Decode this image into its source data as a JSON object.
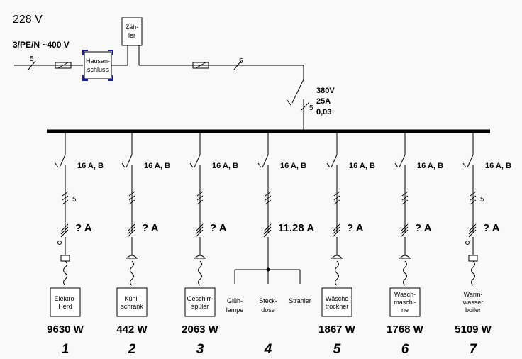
{
  "header": {
    "voltage": "228 V",
    "supply": "3/PE/N ~400 V"
  },
  "feed": {
    "meter_line1": "Zäh-",
    "meter_line2": "ler",
    "house_line1": "Hausan-",
    "house_line2": "schluss",
    "wire_count_left": "5",
    "wire_count_right": "5"
  },
  "main_breaker": {
    "voltage": "380V",
    "current": "25A",
    "rcd": "0,03",
    "wire_count": "5"
  },
  "colors": {
    "line": "#000000",
    "bus": "#000000",
    "selection": "#1a1a9a",
    "background": "#f9f9f9"
  },
  "circuits": [
    {
      "number": "1",
      "breaker": "16 A, B",
      "current": "? A",
      "wire_count": "5",
      "connector": "outlet-box",
      "device": [
        "Elektro-",
        "Herd"
      ],
      "boxed": true,
      "power": "9630 W"
    },
    {
      "number": "2",
      "breaker": "16 A, B",
      "current": "? A",
      "wire_count": "",
      "connector": "plug",
      "device": [
        "Kühl-",
        "schrank"
      ],
      "boxed": true,
      "power": "442 W"
    },
    {
      "number": "3",
      "breaker": "16 A, B",
      "current": "? A",
      "wire_count": "",
      "connector": "plug",
      "device": [
        "Geschirr-",
        "spüler"
      ],
      "boxed": true,
      "power": "2063 W"
    },
    {
      "number": "4",
      "breaker": "16 A, B",
      "current": "11.28 A",
      "wire_count": "",
      "connector": "split",
      "sub_devices": [
        [
          "Glüh-",
          "lampe"
        ],
        [
          "Steck-",
          "dose"
        ],
        [
          "Strahler"
        ]
      ],
      "boxed": false,
      "power": ""
    },
    {
      "number": "5",
      "breaker": "16 A, B",
      "current": "? A",
      "wire_count": "",
      "connector": "plug",
      "device": [
        "Wäsche",
        "trockner"
      ],
      "boxed": true,
      "power": "1867 W"
    },
    {
      "number": "6",
      "breaker": "16 A, B",
      "current": "? A",
      "wire_count": "",
      "connector": "plug",
      "device": [
        "Wasch-",
        "maschi-",
        "ne"
      ],
      "boxed": true,
      "power": "1768 W"
    },
    {
      "number": "7",
      "breaker": "16 A, B",
      "current": "? A",
      "wire_count": "5",
      "connector": "outlet-box",
      "device": [
        "Warm-",
        "wasser",
        "boiler"
      ],
      "boxed": false,
      "power": "5109 W"
    }
  ]
}
